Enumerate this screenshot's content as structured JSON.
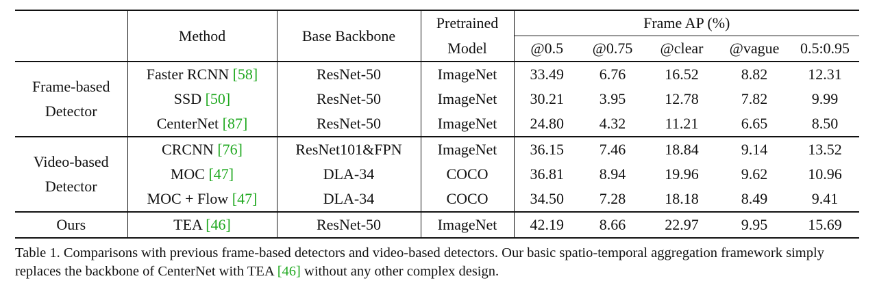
{
  "header": {
    "method": "Method",
    "backbone": "Base Backbone",
    "pretrained_l1": "Pretrained",
    "pretrained_l2": "Model",
    "frame_ap": "Frame AP (%)",
    "metrics": [
      "@0.5",
      "@0.75",
      "@clear",
      "@vague",
      "0.5:0.95"
    ]
  },
  "groups": [
    {
      "label_l1": "Frame-based",
      "label_l2": "Detector",
      "rows": [
        {
          "method": "Faster RCNN",
          "ref": "[58]",
          "backbone": "ResNet-50",
          "pretrained": "ImageNet",
          "values": [
            "33.49",
            "6.76",
            "16.52",
            "8.82",
            "12.31"
          ]
        },
        {
          "method": "SSD",
          "ref": "[50]",
          "backbone": "ResNet-50",
          "pretrained": "ImageNet",
          "values": [
            "30.21",
            "3.95",
            "12.78",
            "7.82",
            "9.99"
          ]
        },
        {
          "method": "CenterNet",
          "ref": "[87]",
          "backbone": "ResNet-50",
          "pretrained": "ImageNet",
          "values": [
            "24.80",
            "4.32",
            "11.21",
            "6.65",
            "8.50"
          ]
        }
      ]
    },
    {
      "label_l1": "Video-based",
      "label_l2": "Detector",
      "rows": [
        {
          "method": "CRCNN",
          "ref": "[76]",
          "backbone": "ResNet101&FPN",
          "pretrained": "ImageNet",
          "values": [
            "36.15",
            "7.46",
            "18.84",
            "9.14",
            "13.52"
          ]
        },
        {
          "method": "MOC",
          "ref": "[47]",
          "backbone": "DLA-34",
          "pretrained": "COCO",
          "values": [
            "36.81",
            "8.94",
            "19.96",
            "9.62",
            "10.96"
          ]
        },
        {
          "method": "MOC + Flow",
          "ref": "[47]",
          "backbone": "DLA-34",
          "pretrained": "COCO",
          "values": [
            "34.50",
            "7.28",
            "18.18",
            "8.49",
            "9.41"
          ]
        }
      ]
    }
  ],
  "ours": {
    "label": "Ours",
    "method": "TEA",
    "ref": "[46]",
    "backbone": "ResNet-50",
    "pretrained": "ImageNet",
    "values": [
      "42.19",
      "8.66",
      "22.97",
      "9.95",
      "15.69"
    ]
  },
  "caption": {
    "part1": "Table 1. Comparisons with previous frame-based detectors and video-based detectors. Our basic spatio-temporal aggregation framework simply replaces the backbone of CenterNet with TEA ",
    "ref": "[46]",
    "part2": " without any other complex design."
  },
  "colors": {
    "reference_link": "#1fa81f",
    "text": "#111111"
  }
}
